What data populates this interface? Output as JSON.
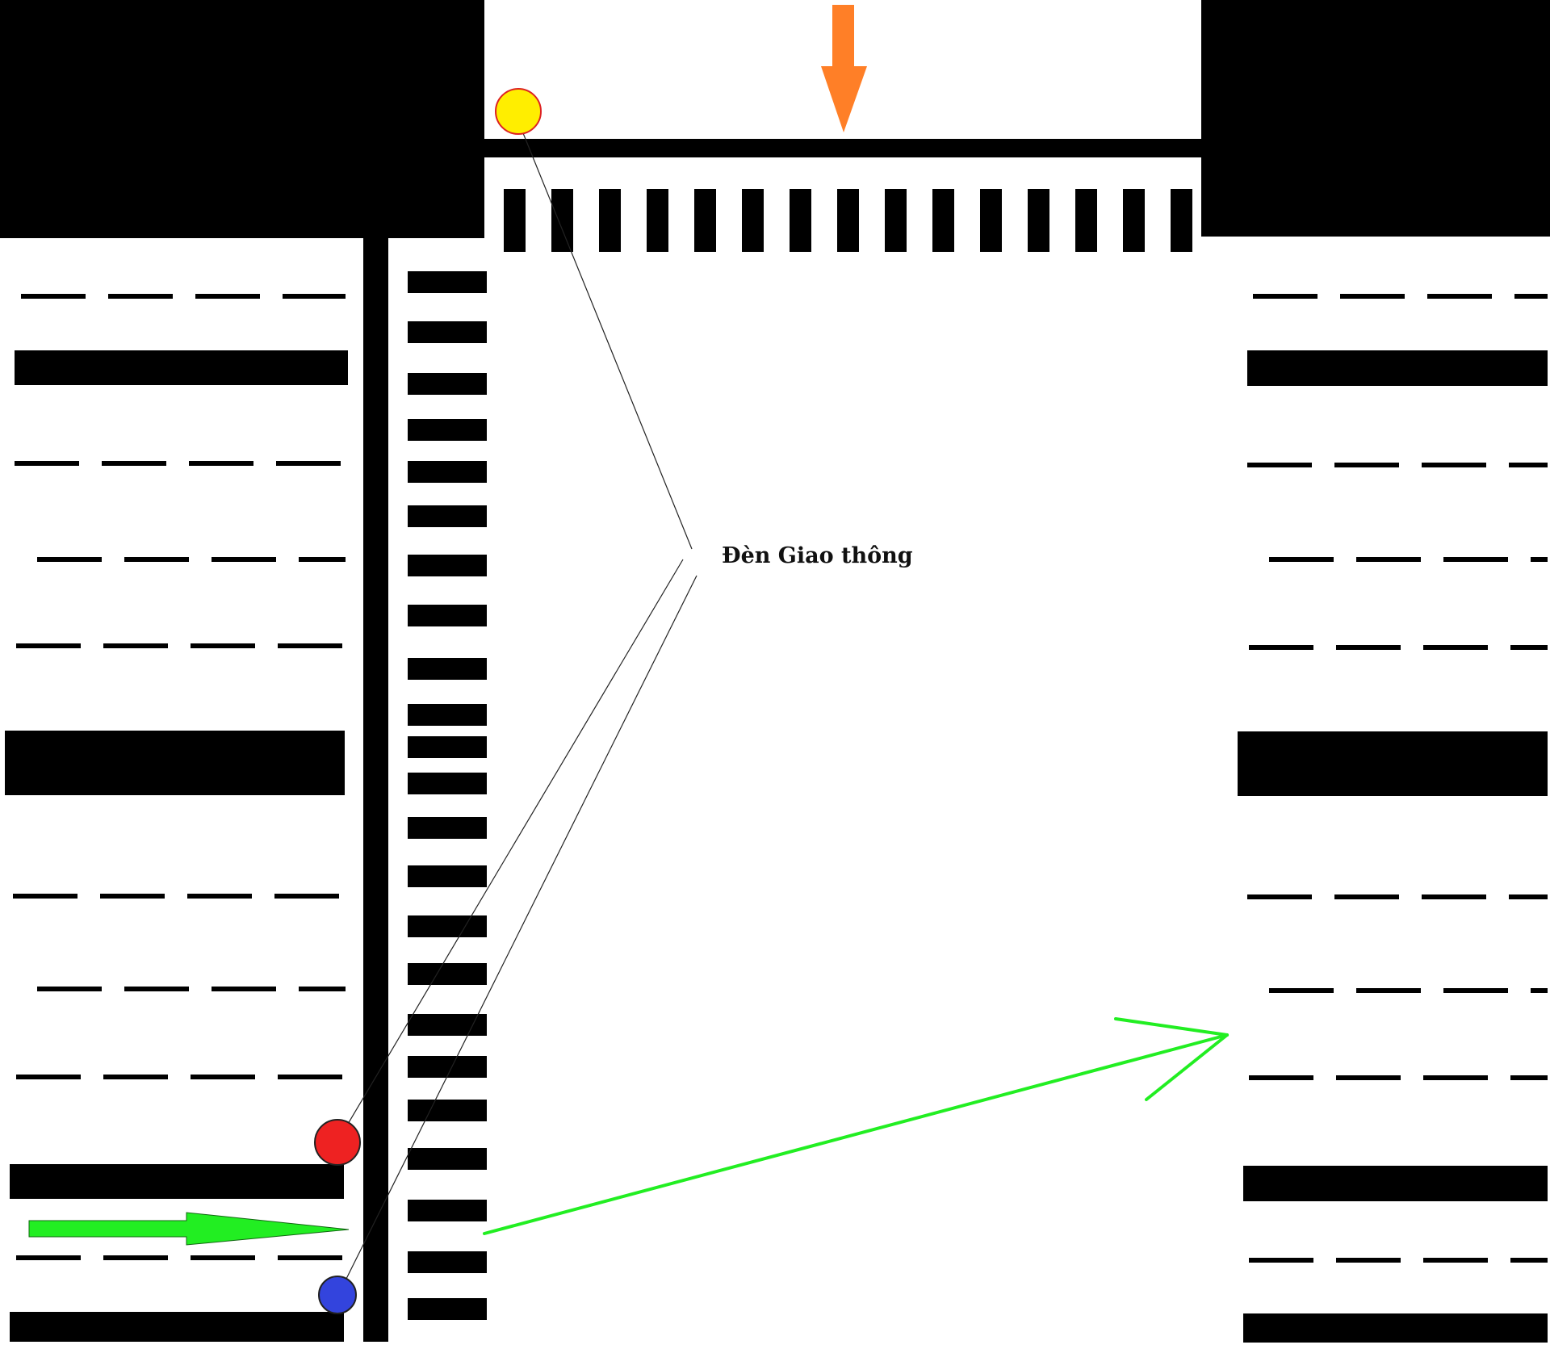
{
  "diagram": {
    "annotation": {
      "label": "Đèn Giao thông"
    },
    "traffic_lights": [
      {
        "name": "yellow",
        "fill": "#ffee00",
        "stroke": "#dd2222"
      },
      {
        "name": "red",
        "fill": "#ee2222",
        "stroke": "#222222"
      },
      {
        "name": "blue",
        "fill": "#3344dd",
        "stroke": "#222222"
      }
    ],
    "arrows": [
      {
        "name": "southbound",
        "color": "#ff7f27",
        "style": "block-arrow-down"
      },
      {
        "name": "eastbound",
        "color": "#22ee22",
        "style": "block-arrow-right"
      },
      {
        "name": "diagonal-to-right",
        "color": "#22ee22",
        "style": "line-arrow"
      }
    ],
    "colors": {
      "road": "#000000",
      "background": "#ffffff",
      "leader_line": "#222222"
    }
  }
}
